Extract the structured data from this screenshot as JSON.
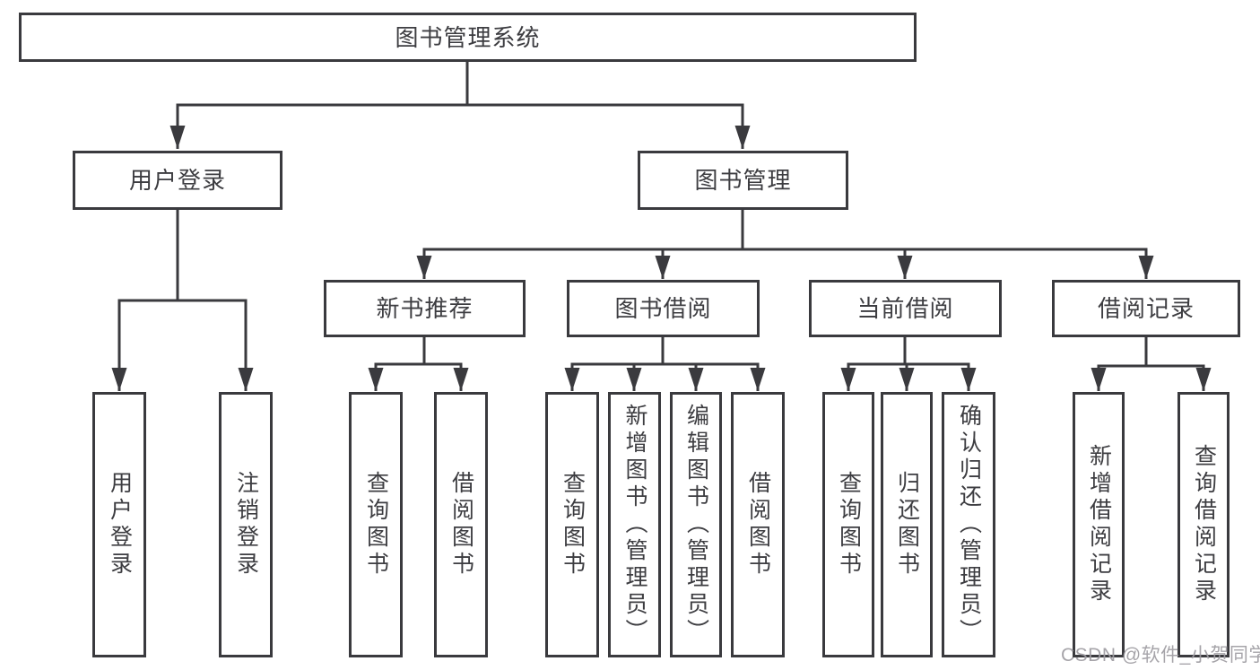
{
  "diagram": {
    "title_node": {
      "label": "图书管理系统"
    },
    "level2": [
      {
        "label": "用户登录"
      },
      {
        "label": "图书管理"
      }
    ],
    "level3": [
      {
        "label": "新书推荐"
      },
      {
        "label": "图书借阅"
      },
      {
        "label": "当前借阅"
      },
      {
        "label": "借阅记录"
      }
    ],
    "leaves": [
      {
        "label": "用户登录"
      },
      {
        "label": "注销登录"
      },
      {
        "label": "查询图书"
      },
      {
        "label": "借阅图书"
      },
      {
        "label": "查询图书"
      },
      {
        "label": "新增图书（管理员）"
      },
      {
        "label": "编辑图书（管理员）"
      },
      {
        "label": "借阅图书"
      },
      {
        "label": "查询图书"
      },
      {
        "label": "归还图书"
      },
      {
        "label": "确认归还（管理员）"
      },
      {
        "label": "新增借阅记录"
      },
      {
        "label": "查询借阅记录"
      }
    ]
  },
  "watermark": "CSDN @软件_小贺同学",
  "colors": {
    "line": "#3a3a3e",
    "node_border": "#3a3a3e",
    "node_text": "#3d3d41",
    "background": "#ffffff",
    "watermark_text": "#9e9ca2"
  }
}
